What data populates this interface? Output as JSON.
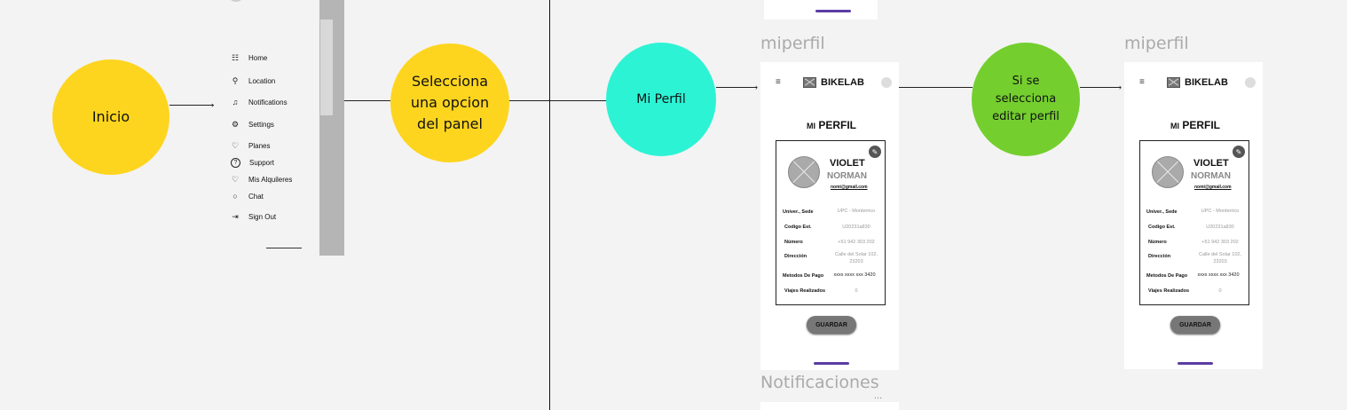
{
  "nodes": {
    "inicio": "Inicio",
    "selecciona": [
      "Selecciona",
      "una opcion",
      "del panel"
    ],
    "mi_perfil": "Mi Perfil",
    "si_se": [
      "Si se",
      "selecciona",
      "editar perfil"
    ]
  },
  "menu": [
    {
      "icon": "users-icon",
      "glyph": "☷",
      "label": "Home"
    },
    {
      "icon": "location-pin-icon",
      "glyph": "⚲",
      "label": "Location"
    },
    {
      "icon": "bell-icon",
      "glyph": "♫",
      "label": "Notifications"
    },
    {
      "icon": "gear-icon",
      "glyph": "⚙",
      "label": "Settings"
    },
    {
      "icon": "heart-icon",
      "glyph": "♡",
      "label": "Planes"
    },
    {
      "icon": "help-icon",
      "glyph": "?",
      "label": "Support"
    },
    {
      "icon": "heart-icon",
      "glyph": "♡",
      "label": "Mis Alquileres"
    },
    {
      "icon": "chat-icon",
      "glyph": "○",
      "label": "Chat"
    },
    {
      "icon": "sign-out-icon",
      "glyph": "⇥",
      "label": "Sign Out"
    }
  ],
  "frames": {
    "frame1_title": "miperfil",
    "frame2_title": "miperfil",
    "frame3_title": "Notificaciones",
    "frame3_more": "..."
  },
  "profile": {
    "brand": "BIKELAB",
    "title_small": "MI",
    "title_big": "PERFIL",
    "first_name": "VIOLET",
    "last_name": "NORMAN",
    "email": "nomi@gmail.com",
    "rows": [
      {
        "key": "Univer., Sede",
        "value": "UPC - Monterrico"
      },
      {
        "key": "Codigo Est.",
        "value": "U20231a830"
      },
      {
        "key": "Número",
        "value": "+51 942 303 202"
      },
      {
        "key": "Dirección",
        "value": "Calle del Solar 102, 23203"
      },
      {
        "key": "Metodos De Pago",
        "value": "xxxx xxxx xxx 3420"
      },
      {
        "key": "Viajes Realizados",
        "value": "0"
      }
    ],
    "save_label": "GUARDAR"
  }
}
